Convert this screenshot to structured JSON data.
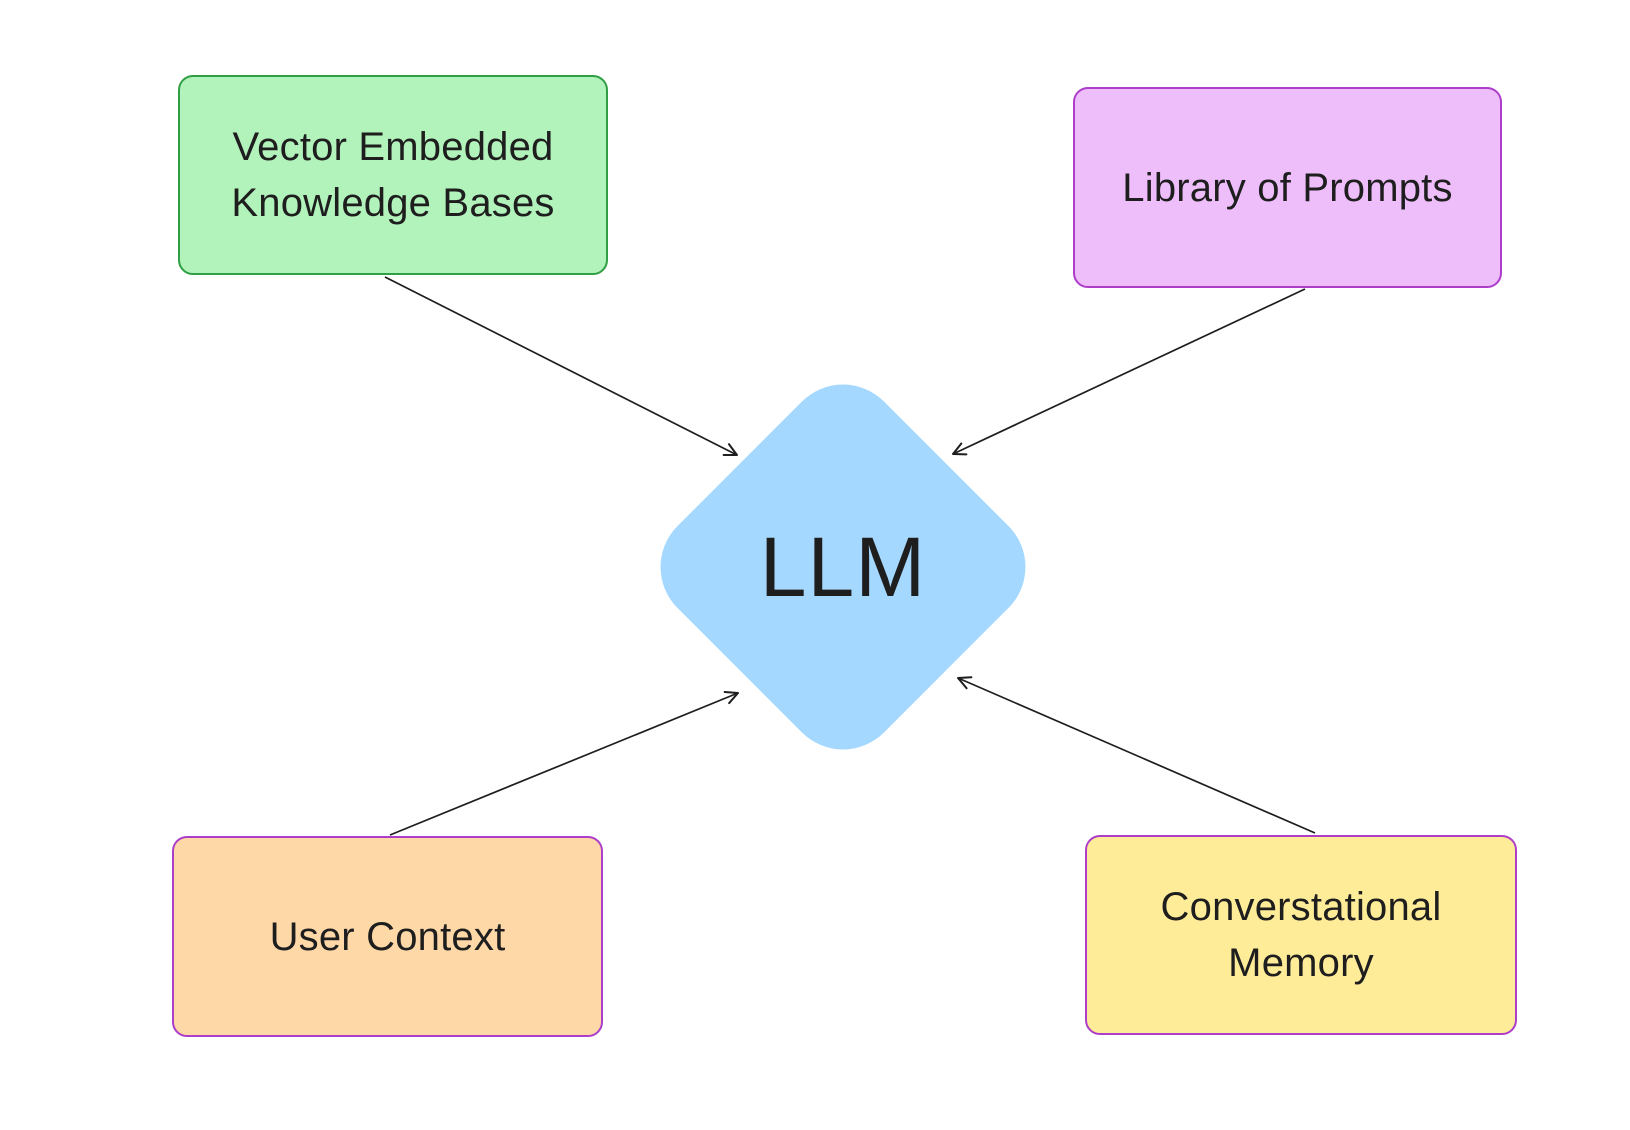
{
  "diagram": {
    "background_color": "#ffffff",
    "text_color": "#1e1e1e",
    "arrow_color": "#1e1e1e",
    "center_node": {
      "id": "llm",
      "shape": "diamond",
      "label": "LLM",
      "fill": "#a5d8ff"
    },
    "nodes": [
      {
        "id": "vector-embedded-knowledge-bases",
        "label": "Vector Embedded Knowledge Bases",
        "lines": [
          "Vector Embedded",
          "Knowledge Bases"
        ],
        "fill": "#b2f2bb",
        "stroke": "#2f9e44",
        "position": "top-left"
      },
      {
        "id": "library-of-prompts",
        "label": "Library of Prompts",
        "lines": [
          "Library of Prompts"
        ],
        "fill": "#eebefa",
        "stroke": "#ae3ec9",
        "position": "top-right"
      },
      {
        "id": "user-context",
        "label": "User Context",
        "lines": [
          "User Context"
        ],
        "fill": "#ffd8a8",
        "stroke": "#ae3ec9",
        "position": "bottom-left"
      },
      {
        "id": "conversational-memory",
        "label": "Converstational Memory",
        "lines": [
          "Converstational",
          "Memory"
        ],
        "fill": "#ffec99",
        "stroke": "#ae3ec9",
        "position": "bottom-right"
      }
    ],
    "edges": [
      {
        "from": "vector-embedded-knowledge-bases",
        "to": "llm",
        "arrowhead": "end"
      },
      {
        "from": "library-of-prompts",
        "to": "llm",
        "arrowhead": "end"
      },
      {
        "from": "user-context",
        "to": "llm",
        "arrowhead": "end"
      },
      {
        "from": "conversational-memory",
        "to": "llm",
        "arrowhead": "end"
      }
    ]
  }
}
